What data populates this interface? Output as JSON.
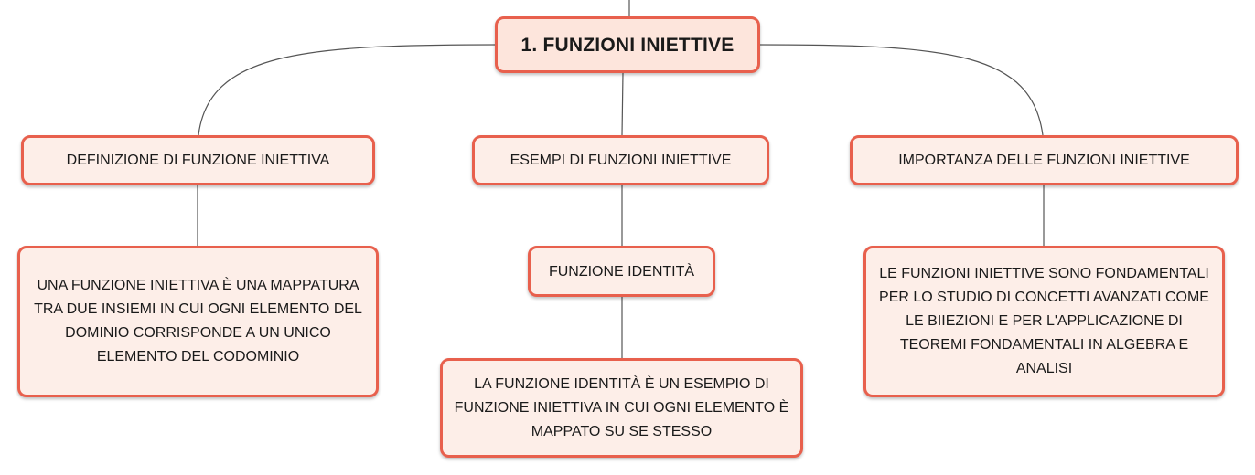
{
  "root": {
    "label": "1. FUNZIONI INIETTIVE"
  },
  "branches": [
    {
      "label": "DEFINIZIONE DI FUNZIONE INIETTIVA",
      "detail": "UNA FUNZIONE INIETTIVA È UNA MAPPATURA TRA DUE INSIEMI IN CUI OGNI ELEMENTO DEL DOMINIO CORRISPONDE A UN UNICO ELEMENTO DEL CODOMINIO"
    },
    {
      "label": "ESEMPI DI FUNZIONI INIETTIVE",
      "sub": "FUNZIONE IDENTITÀ",
      "detail": "LA FUNZIONE IDENTITÀ È UN ESEMPIO DI FUNZIONE INIETTIVA IN CUI OGNI ELEMENTO È MAPPATO SU SE STESSO"
    },
    {
      "label": "IMPORTANZA DELLE FUNZIONI INIETTIVE",
      "detail": "LE FUNZIONI INIETTIVE SONO FONDAMENTALI PER LO STUDIO DI CONCETTI AVANZATI COME LE BIIEZIONI E PER L'APPLICAZIONE DI TEOREMI FONDAMENTALI IN ALGEBRA E ANALISI"
    }
  ],
  "colors": {
    "node_border": "#e8604d",
    "node_fill": "#fdeee8",
    "connector": "#555555"
  }
}
